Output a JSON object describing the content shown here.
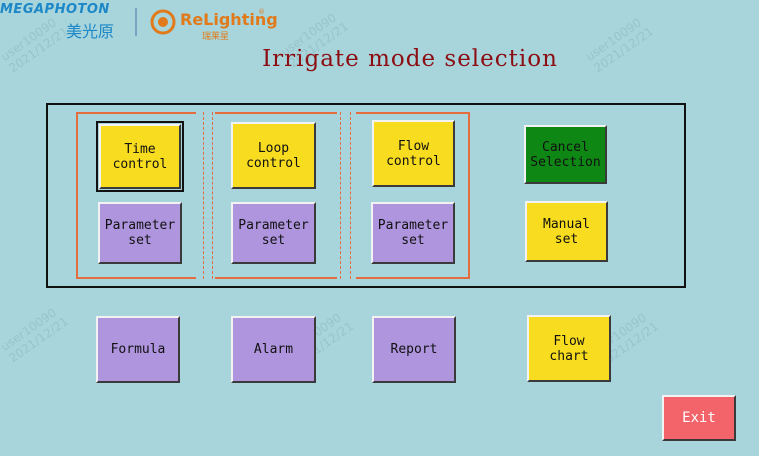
{
  "header": {
    "brand_latin": "MEGAPHOTON",
    "brand_cn": "美光原",
    "partner_latin": "ReLighting",
    "partner_reg": "®",
    "partner_cn": "瑞莱星"
  },
  "page_title": "Irrigate mode selection",
  "modes": {
    "time_control": "Time\ncontrol",
    "loop_control": "Loop\ncontrol",
    "flow_control": "Flow\ncontrol",
    "time_param": "Parameter\nset",
    "loop_param": "Parameter\nset",
    "flow_param": "Parameter\nset",
    "cancel_selection": "Cancel\nSelection",
    "manual_set": "Manual\nset"
  },
  "bottom": {
    "formula": "Formula",
    "alarm": "Alarm",
    "report": "Report",
    "flow_chart": "Flow\nchart",
    "exit": "Exit"
  },
  "watermark": {
    "user": "user10090",
    "date": "2021/12/21"
  },
  "colors": {
    "background": "#a7d5db",
    "yellow_button": "#f8dc1f",
    "purple_button": "#ae95de",
    "green_button": "#0e8715",
    "red_button": "#f3646a",
    "title": "#8b0d12",
    "group_border": "#e36d3c"
  }
}
